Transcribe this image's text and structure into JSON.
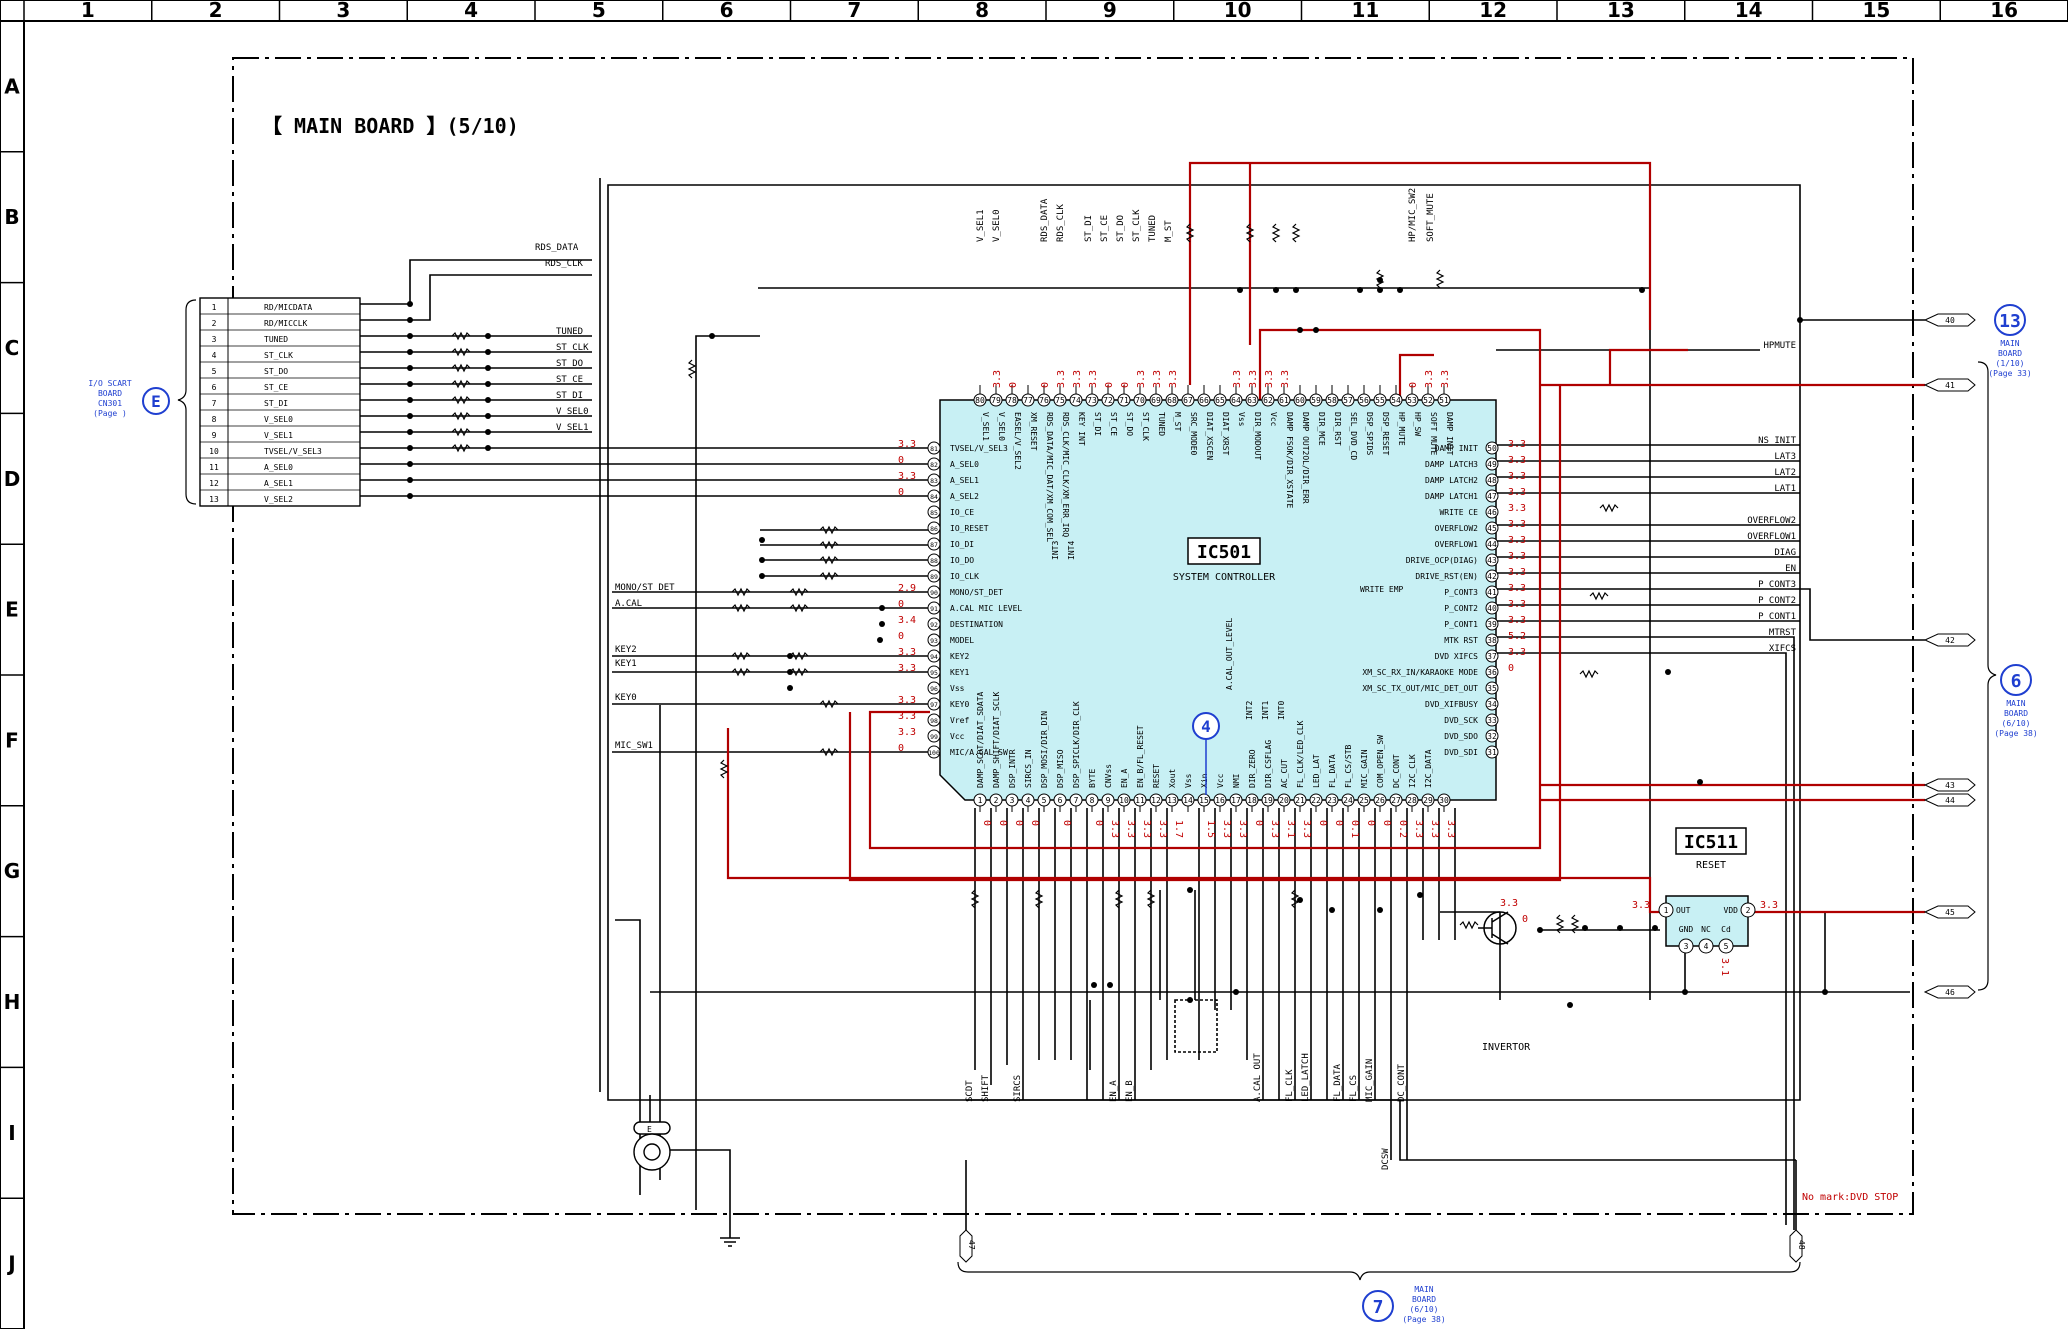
{
  "grid": {
    "columns": [
      "1",
      "2",
      "3",
      "4",
      "5",
      "6",
      "7",
      "8",
      "9",
      "10",
      "11",
      "12",
      "13",
      "14",
      "15",
      "16"
    ],
    "rows": [
      "A",
      "B",
      "C",
      "D",
      "E",
      "F",
      "G",
      "H",
      "I",
      "J"
    ]
  },
  "board_title": "【 MAIN BOARD 】(5/10)",
  "ic501": {
    "name": "IC501",
    "desc": "SYSTEM CONTROLLER",
    "top_pins": [
      {
        "num": "80",
        "label": "V_SEL1",
        "v": ""
      },
      {
        "num": "79",
        "label": "V_SEL0",
        "v": "3.3"
      },
      {
        "num": "78",
        "label": "EASEL/V_SEL2",
        "v": "0"
      },
      {
        "num": "77",
        "label": "XM_RESET",
        "v": ""
      },
      {
        "num": "76",
        "label": "RDS_DATA/MIC_DAT/XM_COM_SEL",
        "v": "0"
      },
      {
        "num": "75",
        "label": "RDS_CLK/MIC_CLK/XM_ERR_IRQ",
        "v": "3.3"
      },
      {
        "num": "74",
        "label": "KEY INT",
        "v": "3.3"
      },
      {
        "num": "73",
        "label": "ST_DI",
        "v": "3.3"
      },
      {
        "num": "72",
        "label": "ST_CE",
        "v": "0"
      },
      {
        "num": "71",
        "label": "ST_DO",
        "v": "0"
      },
      {
        "num": "70",
        "label": "ST_CLK",
        "v": "3.3"
      },
      {
        "num": "69",
        "label": "TUNED",
        "v": "3.3"
      },
      {
        "num": "68",
        "label": "M_ST",
        "v": "3.3"
      },
      {
        "num": "67",
        "label": "SRC_MODE0",
        "v": ""
      },
      {
        "num": "66",
        "label": "DIAT_XSCEN",
        "v": ""
      },
      {
        "num": "65",
        "label": "DIAT_XRST",
        "v": ""
      },
      {
        "num": "64",
        "label": "Vss",
        "v": "3.3"
      },
      {
        "num": "63",
        "label": "DIR_MODOUT",
        "v": "3.3"
      },
      {
        "num": "62",
        "label": "Vcc",
        "v": "3.3"
      },
      {
        "num": "61",
        "label": "DAMP FSOK/DIR_XSTATE",
        "v": "3.3"
      },
      {
        "num": "60",
        "label": "DAMP OUT2OL/DIR_ERR",
        "v": ""
      },
      {
        "num": "59",
        "label": "DIR_MCE",
        "v": ""
      },
      {
        "num": "58",
        "label": "DIR_RST",
        "v": ""
      },
      {
        "num": "57",
        "label": "SEL_DVD_CD",
        "v": ""
      },
      {
        "num": "56",
        "label": "DSP_SPIDS",
        "v": ""
      },
      {
        "num": "55",
        "label": "DSP_RESET",
        "v": ""
      },
      {
        "num": "54",
        "label": "HP_MUTE",
        "v": ""
      },
      {
        "num": "53",
        "label": "HP_SW",
        "v": "0"
      },
      {
        "num": "52",
        "label": "SOFT MUTE",
        "v": "3.3"
      },
      {
        "num": "51",
        "label": "DAMP INIT",
        "v": "3.3"
      }
    ],
    "left_pins": [
      {
        "num": "81",
        "label": "TVSEL/V_SEL3",
        "v": "3.3"
      },
      {
        "num": "82",
        "label": "A_SEL0",
        "v": "0"
      },
      {
        "num": "83",
        "label": "A_SEL1",
        "v": "3.3"
      },
      {
        "num": "84",
        "label": "A_SEL2",
        "v": "0"
      },
      {
        "num": "85",
        "label": "IO_CE",
        "v": ""
      },
      {
        "num": "86",
        "label": "IO_RESET",
        "v": ""
      },
      {
        "num": "87",
        "label": "IO_DI",
        "v": ""
      },
      {
        "num": "88",
        "label": "IO_DO",
        "v": ""
      },
      {
        "num": "89",
        "label": "IO_CLK",
        "v": ""
      },
      {
        "num": "90",
        "label": "MONO/ST_DET",
        "v": "2.9"
      },
      {
        "num": "91",
        "label": "A.CAL MIC LEVEL",
        "v": "0"
      },
      {
        "num": "92",
        "label": "DESTINATION",
        "v": "3.4"
      },
      {
        "num": "93",
        "label": "MODEL",
        "v": "0"
      },
      {
        "num": "94",
        "label": "KEY2",
        "v": "3.3"
      },
      {
        "num": "95",
        "label": "KEY1",
        "v": "3.3"
      },
      {
        "num": "96",
        "label": "Vss",
        "v": ""
      },
      {
        "num": "97",
        "label": "KEY0",
        "v": "3.3"
      },
      {
        "num": "98",
        "label": "Vref",
        "v": "3.3"
      },
      {
        "num": "99",
        "label": "Vcc",
        "v": "3.3"
      },
      {
        "num": "100",
        "label": "MIC/A.CAL SW",
        "v": "0"
      }
    ],
    "right_pins": [
      {
        "num": "50",
        "label": "DAMP INIT",
        "v": "3.3"
      },
      {
        "num": "49",
        "label": "DAMP LATCH3",
        "v": "3.3"
      },
      {
        "num": "48",
        "label": "DAMP LATCH2",
        "v": "3.3"
      },
      {
        "num": "47",
        "label": "DAMP LATCH1",
        "v": "3.3"
      },
      {
        "num": "46",
        "label": "WRITE CE",
        "v": "3.3"
      },
      {
        "num": "45",
        "label": "OVERFLOW2",
        "v": "3.3"
      },
      {
        "num": "44",
        "label": "OVERFLOW1",
        "v": "3.3"
      },
      {
        "num": "43",
        "label": "DRIVE_OCP(DIAG)",
        "v": "3.3"
      },
      {
        "num": "42",
        "label": "DRIVE_RST(EN)",
        "v": "3.3"
      },
      {
        "num": "41",
        "label": "P_CONT3",
        "v": "3.3"
      },
      {
        "num": "40",
        "label": "P_CONT2",
        "v": "3.3"
      },
      {
        "num": "39",
        "label": "P_CONT1",
        "v": "3.3"
      },
      {
        "num": "38",
        "label": "MTK RST",
        "v": "5.2"
      },
      {
        "num": "37",
        "label": "DVD XIFCS",
        "v": "3.3"
      },
      {
        "num": "36",
        "label": "XM_SC_RX_IN/KARAOKE MODE",
        "v": "0"
      },
      {
        "num": "35",
        "label": "XM_SC_TX_OUT/MIC_DET_OUT",
        "v": ""
      },
      {
        "num": "34",
        "label": "DVD_XIFBUSY",
        "v": ""
      },
      {
        "num": "33",
        "label": "DVD_SCK",
        "v": ""
      },
      {
        "num": "32",
        "label": "DVD_SDO",
        "v": ""
      },
      {
        "num": "31",
        "label": "DVD_SDI",
        "v": ""
      }
    ],
    "bottom_pins": [
      {
        "num": "1",
        "label": "DAMP_SCDT/DIAT_SDATA",
        "v": "0"
      },
      {
        "num": "2",
        "label": "DAMP_SHIFT/DIAT_SCLK",
        "v": "0"
      },
      {
        "num": "3",
        "label": "DSP_INTR",
        "v": "0"
      },
      {
        "num": "4",
        "label": "SIRCS_IN",
        "v": "0"
      },
      {
        "num": "5",
        "label": "DSP_MOSI/DIR_DIN",
        "v": ""
      },
      {
        "num": "6",
        "label": "DSP_MISO",
        "v": "0"
      },
      {
        "num": "7",
        "label": "DSP_SPICLK/DIR_CLK",
        "v": ""
      },
      {
        "num": "8",
        "label": "BYTE",
        "v": "0"
      },
      {
        "num": "9",
        "label": "CNVss",
        "v": "3.3"
      },
      {
        "num": "10",
        "label": "EN_A",
        "v": "3.3"
      },
      {
        "num": "11",
        "label": "EN_B/FL_RESET",
        "v": "3.3"
      },
      {
        "num": "12",
        "label": "RESET",
        "v": "3.3"
      },
      {
        "num": "13",
        "label": "Xout",
        "v": "1.7"
      },
      {
        "num": "14",
        "label": "Vss",
        "v": ""
      },
      {
        "num": "15",
        "label": "Xin",
        "v": "1.5"
      },
      {
        "num": "16",
        "label": "Vcc",
        "v": "3.3"
      },
      {
        "num": "17",
        "label": "NMI",
        "v": "3.3"
      },
      {
        "num": "18",
        "label": "DIR_ZERO",
        "v": "0"
      },
      {
        "num": "19",
        "label": "DIR_CSFLAG",
        "v": "3.3"
      },
      {
        "num": "20",
        "label": "AC_CUT",
        "v": "3.1"
      },
      {
        "num": "21",
        "label": "FL_CLK/LED_CLK",
        "v": "3.3"
      },
      {
        "num": "22",
        "label": "LED_LAT",
        "v": "0"
      },
      {
        "num": "23",
        "label": "FL_DATA",
        "v": "0"
      },
      {
        "num": "24",
        "label": "FL_CS/STB",
        "v": "0.1"
      },
      {
        "num": "25",
        "label": "MIC_GAIN",
        "v": "0"
      },
      {
        "num": "26",
        "label": "COM_OPEN_SW",
        "v": "0"
      },
      {
        "num": "27",
        "label": "DC_CONT",
        "v": "0.2"
      },
      {
        "num": "28",
        "label": "I2C_CLK",
        "v": "3.3"
      },
      {
        "num": "29",
        "label": "I2C_DATA",
        "v": "3.3"
      },
      {
        "num": "30",
        "label": "",
        "v": "3.3"
      }
    ],
    "inner_labels": [
      "INT3",
      "INT4",
      "INT2",
      "INT1",
      "INT0",
      "A.CAL_OUT_LEVEL",
      "WRITE EMP"
    ]
  },
  "ic511": {
    "name": "IC511",
    "desc": "RESET",
    "pins": [
      {
        "num": "1",
        "label": "OUT",
        "v": "3.3"
      },
      {
        "num": "2",
        "label": "VDD",
        "v": "3.3"
      },
      {
        "num": "3",
        "label": "GND",
        "v": ""
      },
      {
        "num": "4",
        "label": "NC",
        "v": ""
      },
      {
        "num": "5",
        "label": "Cd",
        "v": "3.1"
      }
    ]
  },
  "connector_cn301": {
    "ref": "E",
    "board_label": [
      "I/O SCART",
      "BOARD",
      "CN301",
      "(Page )"
    ],
    "pins": [
      {
        "num": "1",
        "label": "RD/MICDATA"
      },
      {
        "num": "2",
        "label": "RD/MICCLK"
      },
      {
        "num": "3",
        "label": "TUNED"
      },
      {
        "num": "4",
        "label": "ST_CLK"
      },
      {
        "num": "5",
        "label": "ST_DO"
      },
      {
        "num": "6",
        "label": "ST_CE"
      },
      {
        "num": "7",
        "label": "ST_DI"
      },
      {
        "num": "8",
        "label": "V_SEL0"
      },
      {
        "num": "9",
        "label": "V_SEL1"
      },
      {
        "num": "10",
        "label": "TVSEL/V_SEL3"
      },
      {
        "num": "11",
        "label": "A_SEL0"
      },
      {
        "num": "12",
        "label": "A_SEL1"
      },
      {
        "num": "13",
        "label": "V_SEL2"
      }
    ]
  },
  "left_nets": [
    "RDS_DATA",
    "RDS_CLK",
    "TUNED",
    "ST_CLK",
    "ST_DO",
    "ST_CE",
    "ST_DI",
    "V_SEL0",
    "V_SEL1"
  ],
  "left_signals": [
    "MONO/ST_DET",
    "A.CAL",
    "KEY2",
    "KEY1",
    "KEY0",
    "MIC_SW1"
  ],
  "top_net_labels": [
    "V_SEL1",
    "V_SEL0",
    "RDS_DATA",
    "RDS_CLK",
    "ST_DI",
    "ST_CE",
    "ST_DO",
    "ST_CLK",
    "TUNED",
    "M_ST",
    "HP/MIC_SW2",
    "SOFT_MUTE"
  ],
  "right_nets": [
    {
      "label": "HPMUTE"
    },
    {
      "label": "NS_INIT"
    },
    {
      "label": "LAT3"
    },
    {
      "label": "LAT2"
    },
    {
      "label": "LAT1"
    },
    {
      "label": "OVERFLOW2"
    },
    {
      "label": "OVERFLOW1"
    },
    {
      "label": "DIAG"
    },
    {
      "label": "EN"
    },
    {
      "label": "P_CONT3"
    },
    {
      "label": "P_CONT2"
    },
    {
      "label": "P_CONT1"
    },
    {
      "label": "MTRST"
    },
    {
      "label": "XIFCS"
    }
  ],
  "right_connectors": [
    {
      "num": "40"
    },
    {
      "num": "41"
    },
    {
      "num": "42"
    },
    {
      "num": "43"
    },
    {
      "num": "44"
    },
    {
      "num": "45"
    },
    {
      "num": "46"
    }
  ],
  "bottom_nets": [
    "SCDT",
    "SHIFT",
    "SIRCS",
    "EN_A",
    "EN_B",
    "A.CAL OUT",
    "FL_CLK",
    "LED_LATCH",
    "FL_DATA",
    "FL_CS",
    "MIC_GAIN",
    "DC_CONT",
    "DCSW"
  ],
  "refs": {
    "r13": {
      "num": "13",
      "lines": [
        "MAIN",
        "BOARD",
        "(1/10)",
        "(Page 33)"
      ]
    },
    "r6": {
      "num": "6",
      "lines": [
        "MAIN",
        "BOARD",
        "(6/10)",
        "(Page 38)"
      ]
    },
    "r7": {
      "num": "7",
      "lines": [
        "MAIN",
        "BOARD",
        "(6/10)",
        "(Page 38)"
      ]
    },
    "r4": {
      "num": "4"
    }
  },
  "bottom_connectors": [
    {
      "num": "47"
    },
    {
      "num": "48"
    }
  ],
  "inverter_label": "INVERTOR",
  "note": "No mark:DVD STOP",
  "colors": {
    "ic_fill": "#c8f0f4",
    "red": "#b00000",
    "blue": "#1f3fd0",
    "black": "#000000"
  }
}
